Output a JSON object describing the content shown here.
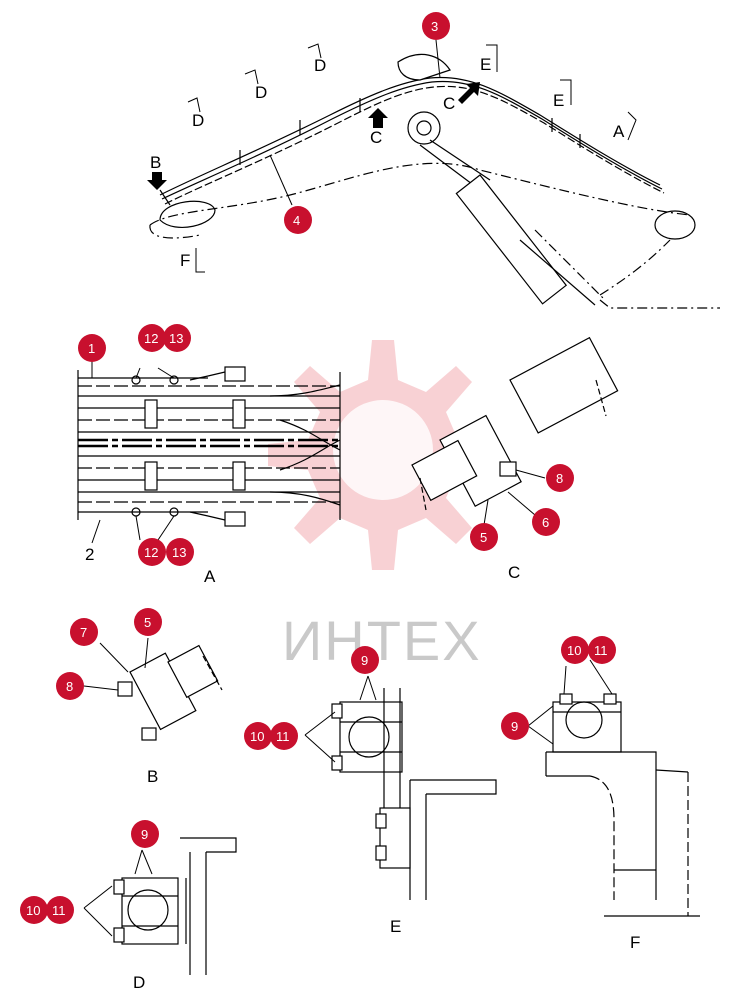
{
  "watermark": "ИНТЕХ",
  "colors": {
    "callout": "#c8102e",
    "watermark_gear": "#f7c9cc",
    "watermark_text": "#c9c9c9",
    "line": "#000000"
  },
  "callouts": {
    "c1": "1",
    "c2_text": "2",
    "c3": "3",
    "c4": "4",
    "c5a": "5",
    "c5b": "5",
    "c6": "6",
    "c7": "7",
    "c8a": "8",
    "c8b": "8",
    "c9_b": "9",
    "c9_e": "9",
    "c9_f": "9",
    "c10_d": "10",
    "c11_d": "11",
    "c10_e": "10",
    "c11_e": "11",
    "c10_f": "10",
    "c11_f": "11",
    "c12_top": "12",
    "c13_top": "13",
    "c12_bot": "12",
    "c13_bot": "13"
  },
  "section_markers": {
    "d1": "D",
    "d2": "D",
    "d3": "D",
    "e1": "E",
    "e2": "E",
    "a": "A",
    "f": "F",
    "b": "B",
    "c_left": "C",
    "c_right": "C"
  },
  "view_labels": {
    "a": "A",
    "b": "B",
    "c": "C",
    "d": "D",
    "e": "E",
    "f": "F"
  }
}
